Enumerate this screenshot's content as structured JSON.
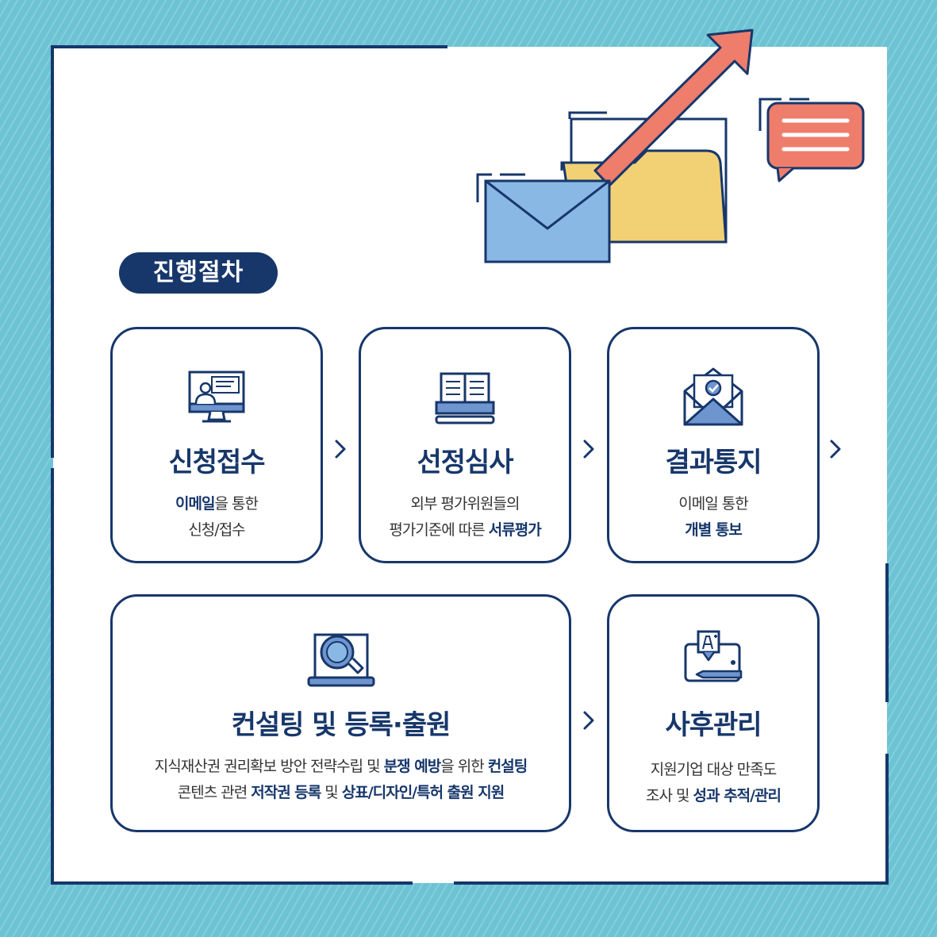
{
  "badge": "진행절차",
  "steps": [
    {
      "title": "신청접수",
      "line1_bold": "이메일",
      "line1_rest": "을 통한",
      "line2": "신청/접수"
    },
    {
      "title": "선정심사",
      "line1": "외부 평가위원들의",
      "line2_rest": "평가기준에 따른 ",
      "line2_bold": "서류평가"
    },
    {
      "title": "결과통지",
      "line1": "이메일 통한",
      "line2_bold": "개별 통보"
    },
    {
      "title": "컨설팅 및 등록·출원",
      "l1a": "지식재산권 권리확보 방안 전략수립 및 ",
      "l1b": "분쟁 예방",
      "l1c": "을 위한 ",
      "l1d": "컨설팅",
      "l2a": "콘텐츠 관련 ",
      "l2b": "저작권 등록",
      "l2c": " 및 ",
      "l2d": "상표/디자인/특허 출원 지원"
    },
    {
      "title": "사후관리",
      "line1": "지원기업 대상 만족도",
      "line2a": "조사 및 ",
      "line2b": "성과 추적/관리"
    }
  ],
  "colors": {
    "navy": "#17376b",
    "bg": "#6cc3d3",
    "envelope": "#8ab8e4",
    "folder": "#f2d174",
    "arrow": "#ef7d6c",
    "bubble": "#ef7d6c"
  },
  "icons": [
    "monitor-presenter-icon",
    "open-book-icon",
    "mail-check-icon",
    "laptop-magnifier-icon",
    "tablet-pen-icon",
    "chevron-right-icon"
  ]
}
